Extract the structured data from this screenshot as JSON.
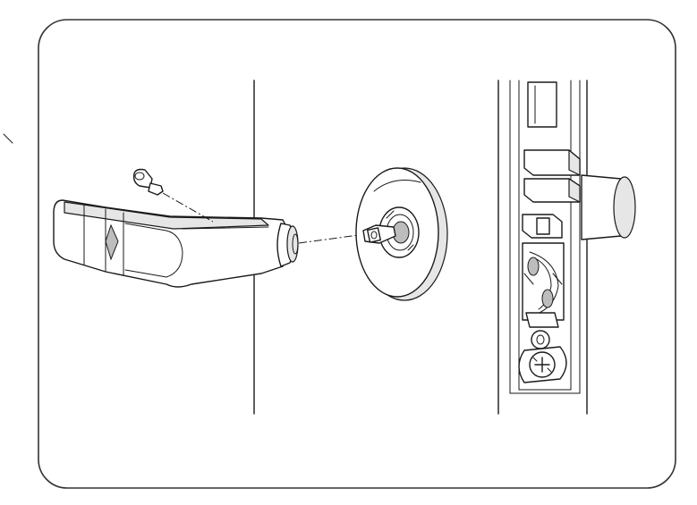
{
  "diagram": {
    "kind": "assembly-illustration",
    "frame_color": "#333333",
    "line_color": "#1a1a1a",
    "parts": [
      "lever-handle",
      "set-screw",
      "handle-spindle",
      "rose-plate",
      "spindle-key",
      "door-edge-lock-body"
    ]
  }
}
